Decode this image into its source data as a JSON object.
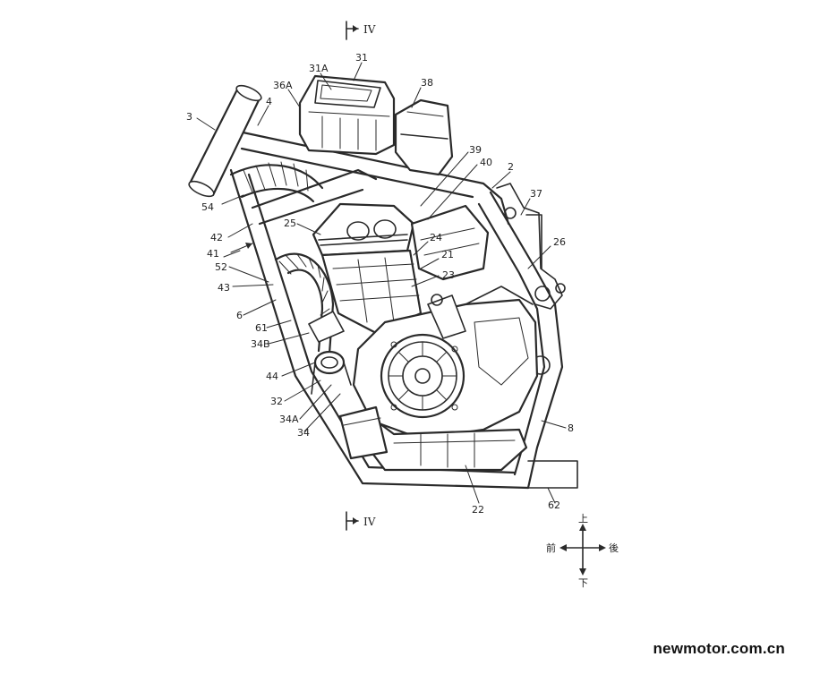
{
  "figure": {
    "section_marker_top": "IV",
    "section_marker_bottom": "IV",
    "reference_labels": {
      "l3": "3",
      "l4": "4",
      "l36A": "36A",
      "l31A": "31A",
      "l31": "31",
      "l38": "38",
      "l39": "39",
      "l40": "40",
      "l2": "2",
      "l37": "37",
      "l54": "54",
      "l25": "25",
      "l42": "42",
      "l24": "24",
      "l26": "26",
      "l41": "41",
      "l21": "21",
      "l52": "52",
      "l23": "23",
      "l43": "43",
      "l6": "6",
      "l61": "61",
      "l34B": "34B",
      "l44": "44",
      "l32": "32",
      "l34A": "34A",
      "l34": "34",
      "l8": "8",
      "l22": "22",
      "l62": "62"
    },
    "direction_indicator": {
      "up": "上",
      "down": "下",
      "front": "前",
      "rear": "後"
    }
  },
  "watermark": "newmotor.com.cn"
}
